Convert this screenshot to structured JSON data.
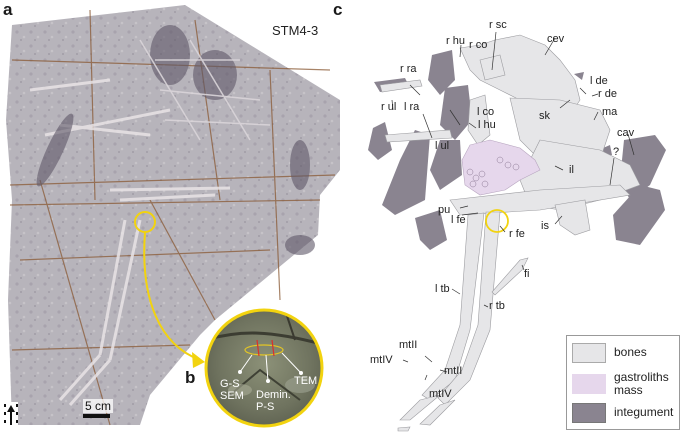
{
  "figure": {
    "panels": [
      {
        "id": "a",
        "label": "a",
        "type": "photograph",
        "specimen_id": "STM4-3"
      },
      {
        "id": "b",
        "label": "b",
        "type": "photograph-inset"
      },
      {
        "id": "c",
        "label": "c",
        "type": "interpretive-drawing"
      }
    ]
  },
  "panel_a": {
    "letter": "a",
    "specimen_id": "STM4-3",
    "scale_bar": "5 cm",
    "highlight_color": "#f2d30f",
    "slab_color": "#b9b6bd"
  },
  "panel_b": {
    "letter": "b",
    "labels": {
      "gs_sem_1": "G-S",
      "gs_sem_2": "SEM",
      "demin_1": "Demin.",
      "demin_2": "P-S",
      "tem": "TEM"
    },
    "ring_color": "#f2d30f",
    "cut_line_color": "#d9322b"
  },
  "panel_c": {
    "letter": "c",
    "anatomy_labels": {
      "r_sc": "r sc",
      "r_hu": "r hu",
      "r_co": "r co",
      "cev": "cev",
      "r_ra": "r ra",
      "l_de": "l de",
      "r_de": "r de",
      "r_ul": "r ul",
      "l_ra": "l ra",
      "l_co": "l co",
      "l_hu": "l hu",
      "sk": "sk",
      "ma": "ma",
      "cav": "cav",
      "l_ul": "l ul",
      "question": "?",
      "il": "il",
      "pu": "pu",
      "l_fe": "l fe",
      "r_fe": "r fe",
      "is": "is",
      "fi": "fi",
      "l_tb": "l tb",
      "r_tb": "r tb",
      "mtII_left": "mtII",
      "mtIV_left": "mtIV",
      "mtII_right": "mtII",
      "mtIV_right": "mtIV"
    },
    "legend": [
      {
        "label": "bones",
        "color": "#e6e6e8"
      },
      {
        "label": "gastroliths\nmass",
        "label_line1": "gastroliths",
        "label_line2": "mass",
        "color": "#e6d7ec"
      },
      {
        "label": "integument",
        "color": "#8a8490"
      }
    ]
  }
}
